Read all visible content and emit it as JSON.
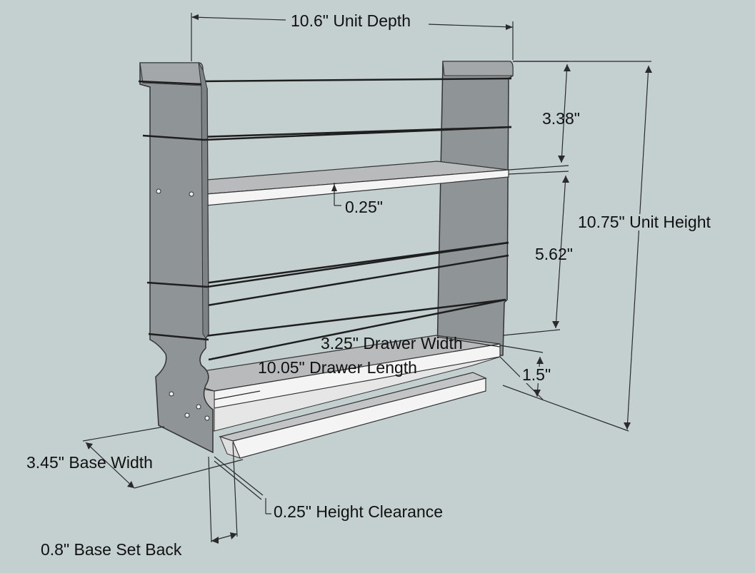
{
  "labels": {
    "unit_depth": "10.6\" Unit Depth",
    "shelf_spacing_top": "3.38\"",
    "shelf_thickness": "0.25\"",
    "unit_height": "10.75\" Unit Height",
    "shelf_spacing_bottom": "5.62\"",
    "drawer_width": "3.25\" Drawer Width",
    "drawer_length": "10.05\" Drawer Length",
    "drawer_height": "1.5\"",
    "base_width": "3.45\" Base Width",
    "height_clearance": "0.25\" Height Clearance",
    "base_set_back": "0.8\" Base Set Back"
  },
  "colors": {
    "background": "#c4cfd0",
    "side_panel": "#8f9496",
    "shelf_top": "#b8babb",
    "shelf_edge": "#f4f4f4",
    "rail": "#1e1e1e",
    "dimension_line": "#2a2a2a"
  }
}
